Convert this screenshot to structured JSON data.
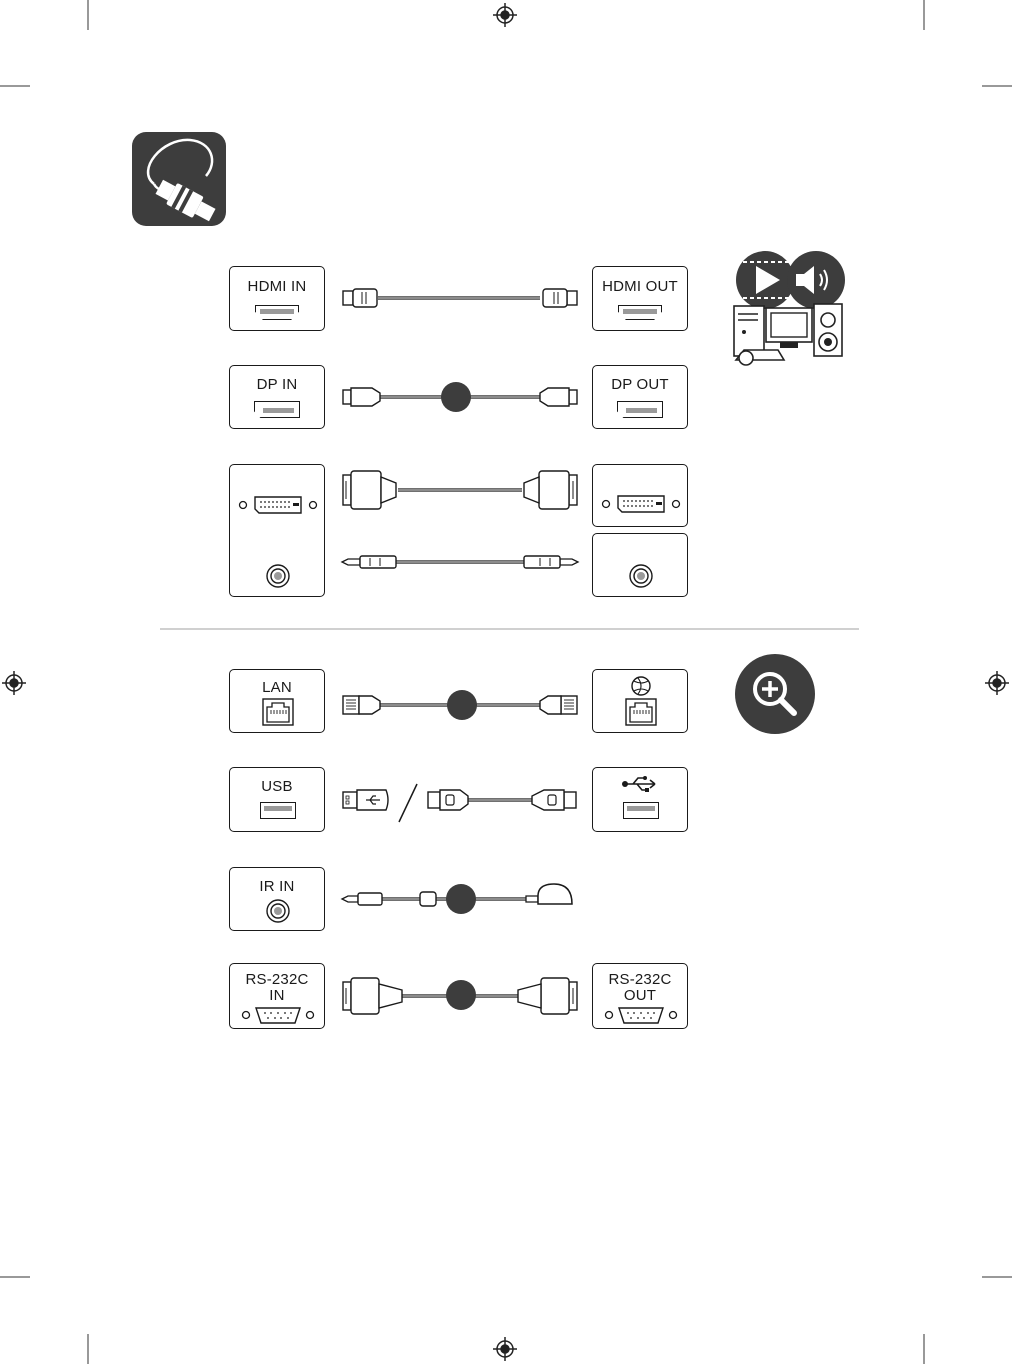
{
  "ports": {
    "hdmi_in": "HDMI IN",
    "hdmi_out": "HDMI OUT",
    "dp_in": "DP IN",
    "dp_out": "DP OUT",
    "lan": "LAN",
    "usb": "USB",
    "ir_in": "IR IN",
    "rs232c_in_line1": "RS-232C",
    "rs232c_in_line2": "IN",
    "rs232c_out_line1": "RS-232C",
    "rs232c_out_line2": "OUT"
  },
  "icons": {
    "header": "cable-plug-icon",
    "media": "play-and-speaker-devices-icon",
    "zoom": "zoom-in-magnifier-icon"
  },
  "colors": {
    "dark_tile": "#3d3d3d",
    "line": "#1a1a1a",
    "port_fill": "#9a9a9a"
  }
}
